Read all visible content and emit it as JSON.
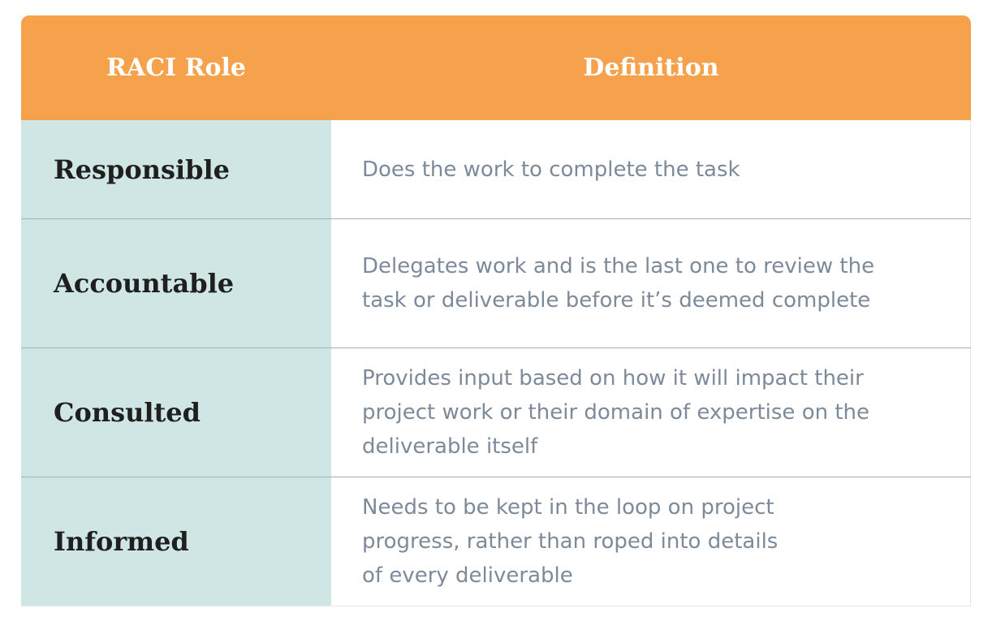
{
  "table": {
    "header": {
      "role": "RACI Role",
      "definition": "Definition"
    },
    "rows": [
      {
        "role": "Responsible",
        "definition": "Does the work to complete the task"
      },
      {
        "role": "Accountable",
        "definition": "Delegates work and is the last one to review the\ntask or deliverable before it’s deemed complete"
      },
      {
        "role": "Consulted",
        "definition": "Provides input based on how it will impact their\nproject work or their domain of expertise on the\ndeliverable itself"
      },
      {
        "role": "Informed",
        "definition": "Needs to be kept in the loop on project\nprogress, rather than roped into details\nof every deliverable"
      }
    ]
  },
  "colors": {
    "header_bg": "#f6a24c",
    "role_bg": "#cfe6e5",
    "definition_text": "#7d8a99",
    "role_text": "#1f1f1f"
  }
}
